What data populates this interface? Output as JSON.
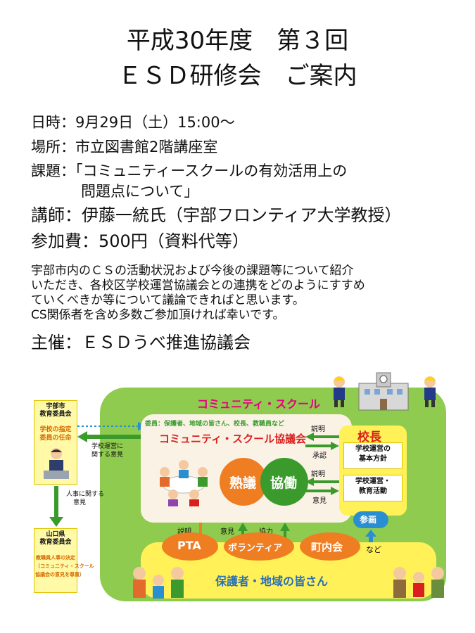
{
  "title": {
    "line1": "平成30年度　第３回",
    "line2": "ＥＳＤ研修会　ご案内"
  },
  "info": {
    "datetime": "日時：9月29日（土）15:00～",
    "place": "場所：市立図書館2階講座室",
    "topic_1": "課題：「コミュニティースクールの有効活用上の",
    "topic_2": "問題点について」",
    "lecturer": "講師：伊藤一統氏（宇部フロンティア大学教授）",
    "fee": "参加費：500円（資料代等）"
  },
  "description": [
    "宇部市内のＣＳの活動状況および今後の課題等について紹介",
    "いただき、各校区学校運営協議会との連携をどのようにすすめ",
    "ていくべきか等について議論できればと思います。",
    "CS関係者を含め多数ご参加頂ければ幸いです。"
  ],
  "organizer": "主催：ＥＳＤうべ推進協議会",
  "diagram": {
    "community_school": "コミュニティ・スクール",
    "ube_board": [
      "宇部市",
      "教育委員会"
    ],
    "ube_board_note": [
      "学校の指定",
      "委員の任命"
    ],
    "yamaguchi_board": [
      "山口県",
      "教育委員会"
    ],
    "yamaguchi_note": [
      "教職員人事の決定",
      "（コミュニティ・スクール",
      "協議会の意見を尊重）"
    ],
    "arrow_school_opinion": [
      "学校運営に",
      "関する意見"
    ],
    "arrow_personnel_opinion": [
      "人事に関する",
      "意見"
    ],
    "council_members": "委員：保護者、地域の皆さん、校長、教職員など",
    "council_title": "コミュニティ・スクール協議会",
    "jukugi": "熟議",
    "kyodo": "協働",
    "principal": "校長",
    "principal_item1": [
      "学校運営の",
      "基本方針"
    ],
    "principal_item2": [
      "学校運営・",
      "教育活動"
    ],
    "label_explain": "説明",
    "label_approve": "承認",
    "label_opinion": "意見",
    "label_cooperation": "協力",
    "label_participation": "参画",
    "pta": "PTA",
    "volunteer": "ボランティア",
    "neighborhood": "町内会",
    "etc": "など",
    "guardians": "保護者・地域の皆さん",
    "colors": {
      "green": "#67b82e",
      "yellow": "#fff157",
      "orange": "#ef7d22",
      "dark_green": "#3a9b2c",
      "blue": "#2a8fd0",
      "red": "#d9201e"
    }
  }
}
